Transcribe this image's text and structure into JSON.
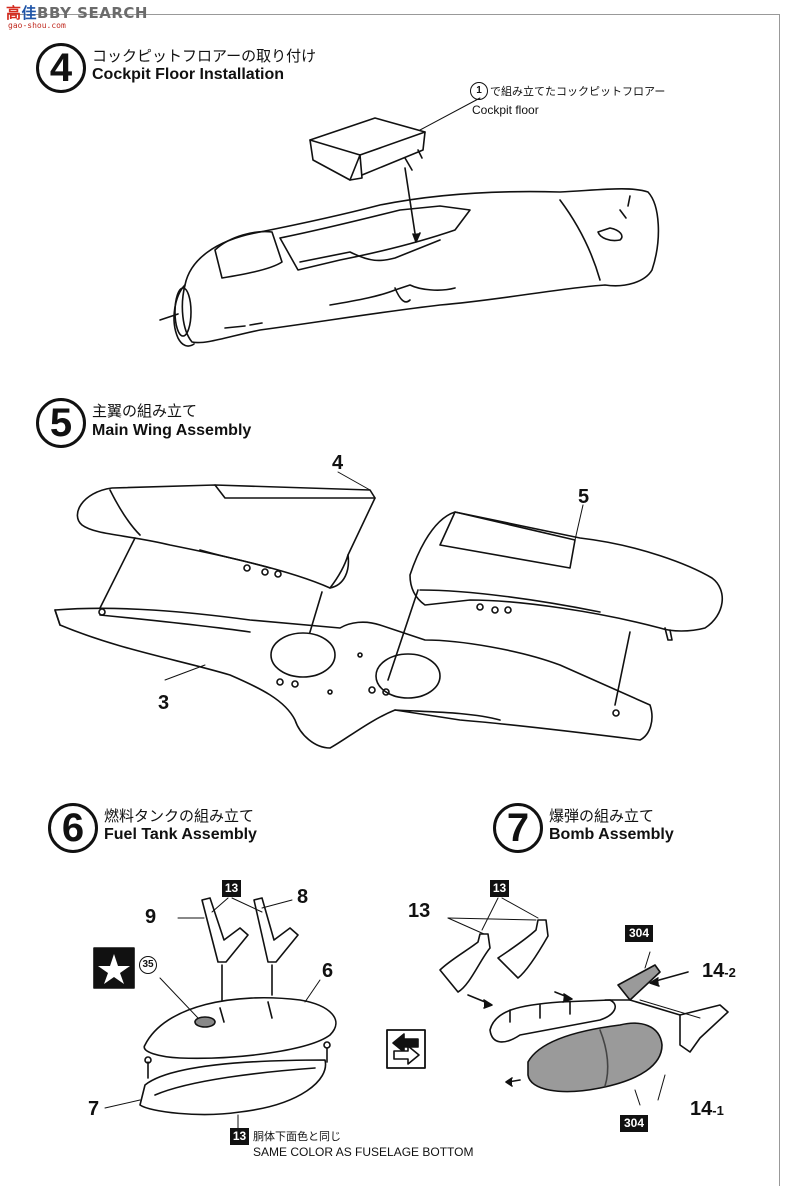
{
  "watermark": {
    "part1": "高",
    "part2": "佳",
    "part3": "BBY SEARCH",
    "sub": "gao-shou.com"
  },
  "steps": [
    {
      "num": "4",
      "jp": "コックピットフロアーの取り付け",
      "en": "Cockpit Floor Installation"
    },
    {
      "num": "5",
      "jp": "主翼の組み立て",
      "en": "Main Wing Assembly"
    },
    {
      "num": "6",
      "jp": "燃料タンクの組み立て",
      "en": "Fuel Tank Assembly"
    },
    {
      "num": "7",
      "jp": "爆弾の組み立て",
      "en": "Bomb Assembly"
    }
  ],
  "step4": {
    "callout_num": "1",
    "callout_jp": "で組み立てたコックピットフロアー",
    "callout_en": "Cockpit floor"
  },
  "step5": {
    "labels": [
      "4",
      "5",
      "3"
    ]
  },
  "step6": {
    "paint_code": "13",
    "decal": "35",
    "parts": [
      "9",
      "8",
      "6",
      "7"
    ],
    "note_code": "13",
    "note_jp": "胴体下面色と同じ",
    "note_en": "SAME COLOR AS FUSELAGE BOTTOM"
  },
  "step7": {
    "paint_code": "13",
    "label_13": "13",
    "paint_top": "304",
    "paint_bottom": "304",
    "part_top": "14",
    "part_top_sub": "-2",
    "part_bottom": "14",
    "part_bottom_sub": "-1"
  }
}
